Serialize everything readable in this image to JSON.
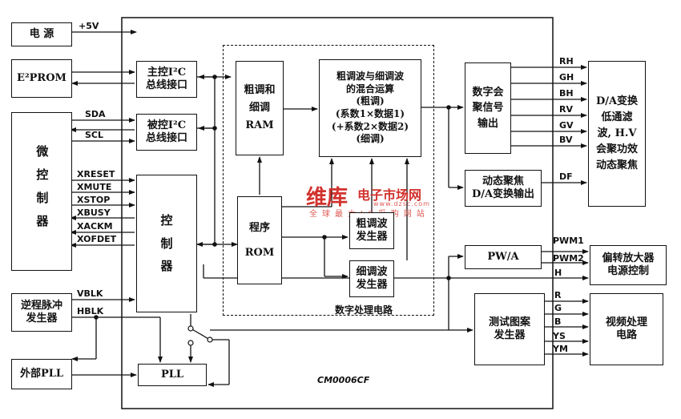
{
  "chip_label": "CM0006CF",
  "blocks": {
    "power": "电 源",
    "eeprom": "E²PROM",
    "mcu": "微控制器",
    "retrace": "逆程脉冲\n发生器",
    "ext_pll": "外部PLL",
    "master_i2c": "主控I²C\n总线接口",
    "slave_i2c": "被控I²C\n总线接口",
    "controller": "控\n制\n器",
    "pll": "PLL",
    "coarse_fine_ram": "粗调和\n细调\nRAM",
    "mix_calc": "粗调波与细调波\n的混合运算\n(粗调)\n(系数1×数据1)\n(+系数2×数据2)\n(细调)",
    "program_rom": "程序\n\nROM",
    "coarse_gen": "粗调波\n发生器",
    "fine_gen": "细调波\n发生器",
    "conv_out": "数字会\n聚信号\n输出",
    "dyn_focus": "动态聚焦\nD/A变换输出",
    "pwa": "PW/A",
    "test_pattern": "测试图案\n发生器",
    "da_conv": "D/A变换\n低通滤\n波, H.V\n会聚功效\n动态聚焦",
    "deflect_amp": "偏转放大器\n电源控制",
    "video_proc": "视频处理\n电路"
  },
  "dsp_label": "数字处理电路",
  "signals": {
    "v5": "+5V",
    "sda": "SDA",
    "scl": "SCL",
    "xreset": "XRESET",
    "xmute": "XMUTE",
    "xstop": "XSTOP",
    "xbusy": "XBUSY",
    "xackm": "XACKM",
    "xofdet": "XOFDET",
    "vblk": "VBLK",
    "hblk": "HBLK",
    "rh": "RH",
    "gh": "GH",
    "bh": "BH",
    "rv": "RV",
    "gv": "GV",
    "bv": "BV",
    "df": "DF",
    "pwm1": "PWM1",
    "pwm2": "PWM2",
    "h": "H",
    "r": "R",
    "g": "G",
    "b": "B",
    "ys": "YS",
    "ym": "YM"
  },
  "watermark": {
    "logo": "维库",
    "title": "电子市场网",
    "url": "www.dzsc.com",
    "slogan": "全球最大IC采购网站"
  },
  "colors": {
    "line": "#111111",
    "watermark": "#d2322d"
  }
}
